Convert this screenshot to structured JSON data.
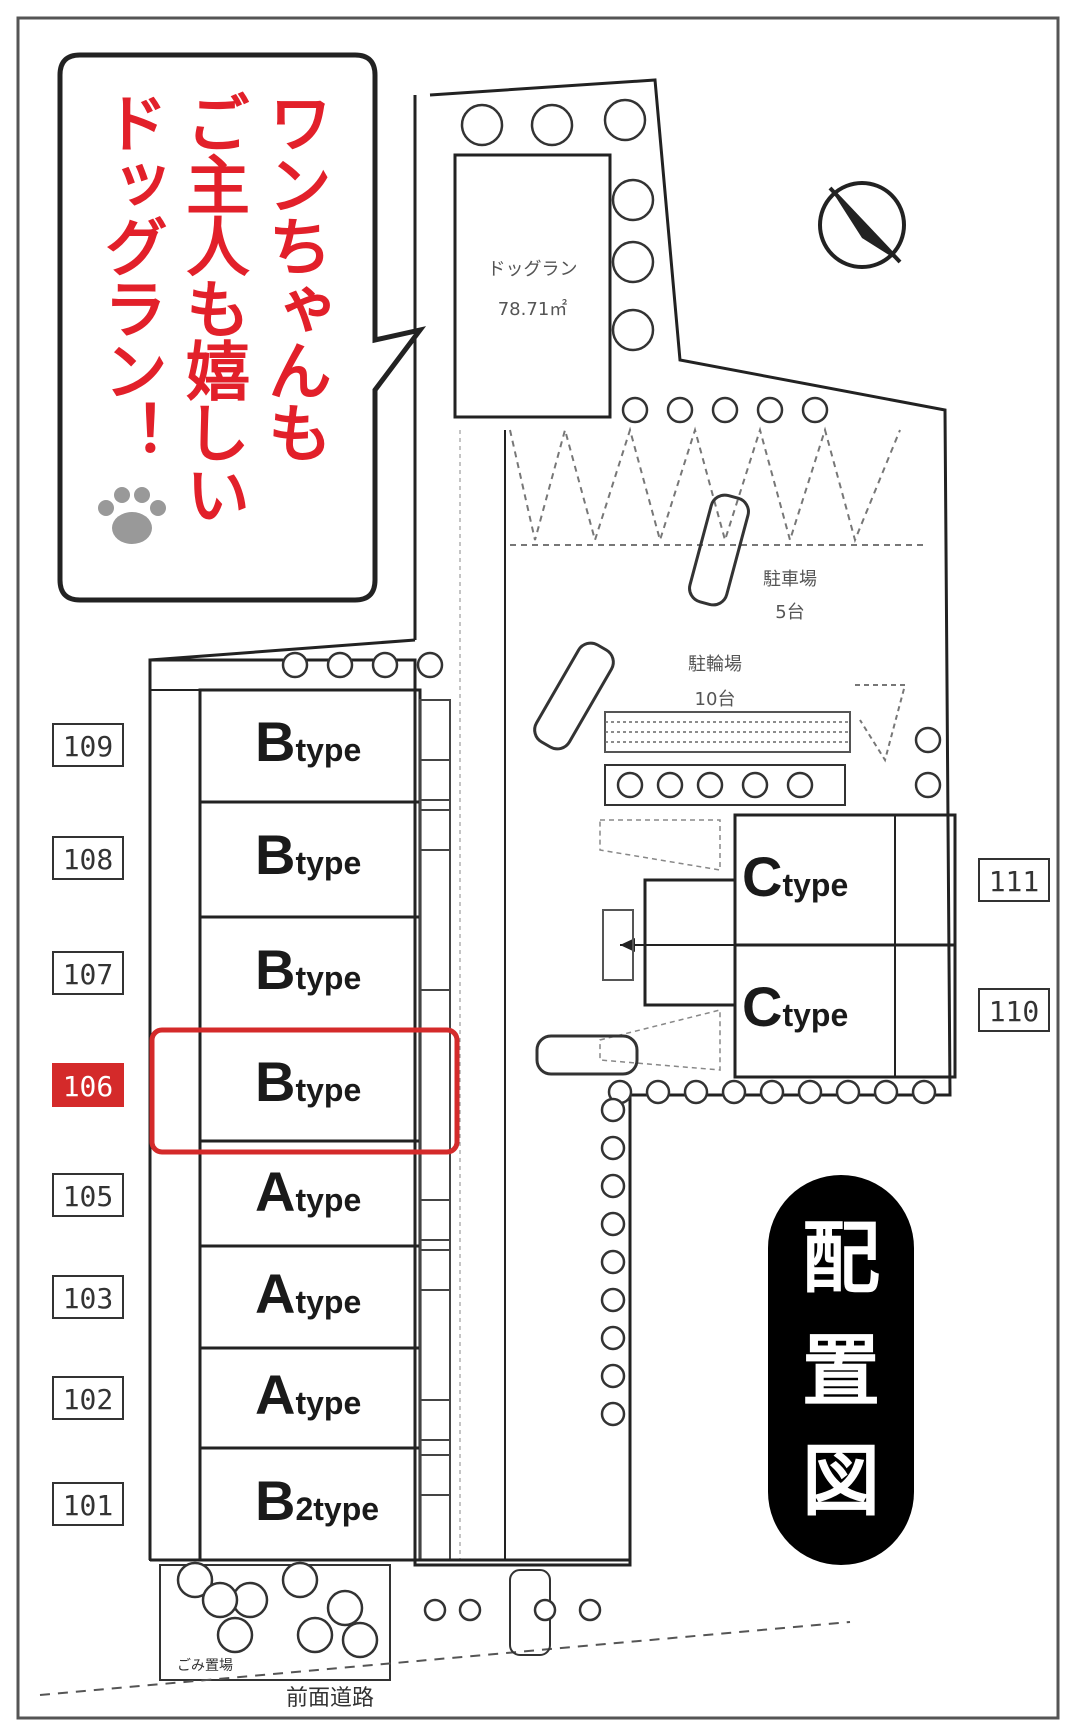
{
  "callout": {
    "columns": [
      "ワンちゃんも",
      "ご主人も嬉しい",
      "ドッグラン！"
    ]
  },
  "dog_run": {
    "label": "ドッグラン",
    "area": "78.71㎡"
  },
  "parking": {
    "label": "駐車場",
    "count": "5台"
  },
  "bicycle": {
    "label": "駐輪場",
    "count": "10台"
  },
  "road": {
    "label": "前面道路"
  },
  "trash": {
    "label": "ごみ置場"
  },
  "haichi": {
    "chars": [
      "配",
      "置",
      "図"
    ]
  },
  "units_left": [
    {
      "number": "109",
      "type_letter": "B",
      "type_suffix": "type",
      "highlighted": false
    },
    {
      "number": "108",
      "type_letter": "B",
      "type_suffix": "type",
      "highlighted": false
    },
    {
      "number": "107",
      "type_letter": "B",
      "type_suffix": "type",
      "highlighted": false
    },
    {
      "number": "106",
      "type_letter": "B",
      "type_suffix": "type",
      "highlighted": true
    },
    {
      "number": "105",
      "type_letter": "A",
      "type_suffix": "type",
      "highlighted": false
    },
    {
      "number": "103",
      "type_letter": "A",
      "type_suffix": "type",
      "highlighted": false
    },
    {
      "number": "102",
      "type_letter": "A",
      "type_suffix": "type",
      "highlighted": false
    },
    {
      "number": "101",
      "type_letter": "B",
      "type_suffix": "2type",
      "highlighted": false
    }
  ],
  "units_right": [
    {
      "number": "111",
      "type_letter": "C",
      "type_suffix": "type"
    },
    {
      "number": "110",
      "type_letter": "C",
      "type_suffix": "type"
    }
  ],
  "colors": {
    "accent_red": "#e2202a",
    "highlight_red": "#d42a2a",
    "line": "#222222",
    "badge_bg": "#000000"
  }
}
